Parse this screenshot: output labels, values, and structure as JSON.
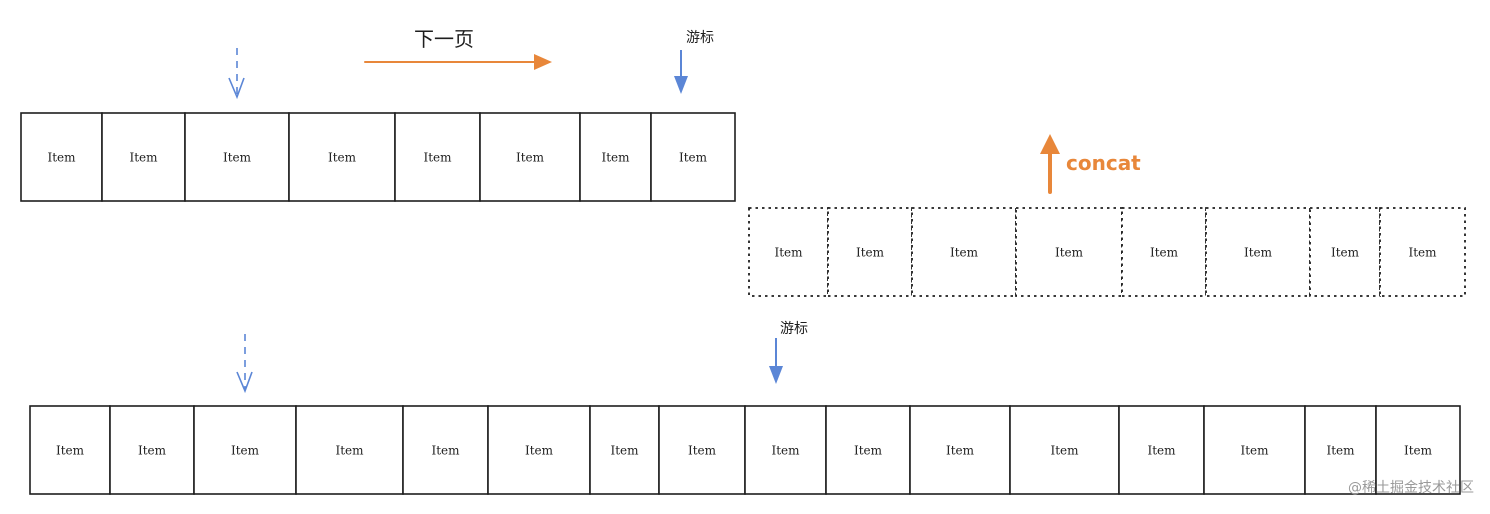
{
  "colors": {
    "orange": "#e8873a",
    "blue": "#5b86d6",
    "ink": "#1e1e1e"
  },
  "item_label": "Item",
  "rows": {
    "current_page": {
      "count": 8,
      "style": "solid"
    },
    "next_page": {
      "count": 8,
      "style": "dashed"
    },
    "merged_left": {
      "count": 8,
      "style": "solid"
    },
    "merged_right": {
      "count": 8,
      "style": "solid"
    }
  },
  "labels": {
    "next_page": "下一页",
    "cursor_top": "游标",
    "cursor_bottom": "游标",
    "concat": "concat"
  },
  "icons": {
    "next_page_arrow": "arrow-right-icon",
    "cursor_arrow": "arrow-down-icon",
    "view_marker": "dashed-arrow-down-icon",
    "concat_arrow": "arrow-up-icon"
  },
  "watermark": "@稀土掘金技术社区"
}
